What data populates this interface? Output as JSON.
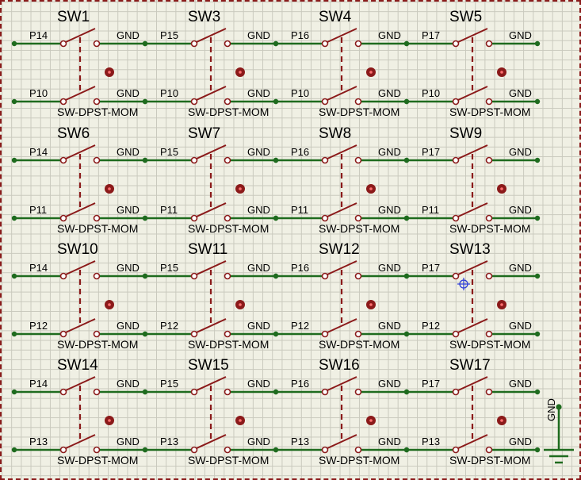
{
  "schematic": {
    "part_type": "SW-DPST-MOM",
    "ground_label": "GND",
    "colors": {
      "wire": "#1e6b1e",
      "component": "#8b1a1a",
      "pin_dot": "#cc0000",
      "text": "#000000",
      "grid_background": "#f0f0e4"
    },
    "rows": [
      {
        "bottom_input": "P10",
        "switches": [
          {
            "name": "SW1",
            "top_input": "P14"
          },
          {
            "name": "SW3",
            "top_input": "P15"
          },
          {
            "name": "SW4",
            "top_input": "P16"
          },
          {
            "name": "SW5",
            "top_input": "P17"
          }
        ]
      },
      {
        "bottom_input": "P11",
        "switches": [
          {
            "name": "SW6",
            "top_input": "P14"
          },
          {
            "name": "SW7",
            "top_input": "P15"
          },
          {
            "name": "SW8",
            "top_input": "P16"
          },
          {
            "name": "SW9",
            "top_input": "P17"
          }
        ]
      },
      {
        "bottom_input": "P12",
        "switches": [
          {
            "name": "SW10",
            "top_input": "P14"
          },
          {
            "name": "SW11",
            "top_input": "P15"
          },
          {
            "name": "SW12",
            "top_input": "P16"
          },
          {
            "name": "SW13",
            "top_input": "P17"
          }
        ]
      },
      {
        "bottom_input": "P13",
        "switches": [
          {
            "name": "SW14",
            "top_input": "P14"
          },
          {
            "name": "SW15",
            "top_input": "P15"
          },
          {
            "name": "SW16",
            "top_input": "P16"
          },
          {
            "name": "SW17",
            "top_input": "P17"
          }
        ]
      }
    ]
  }
}
